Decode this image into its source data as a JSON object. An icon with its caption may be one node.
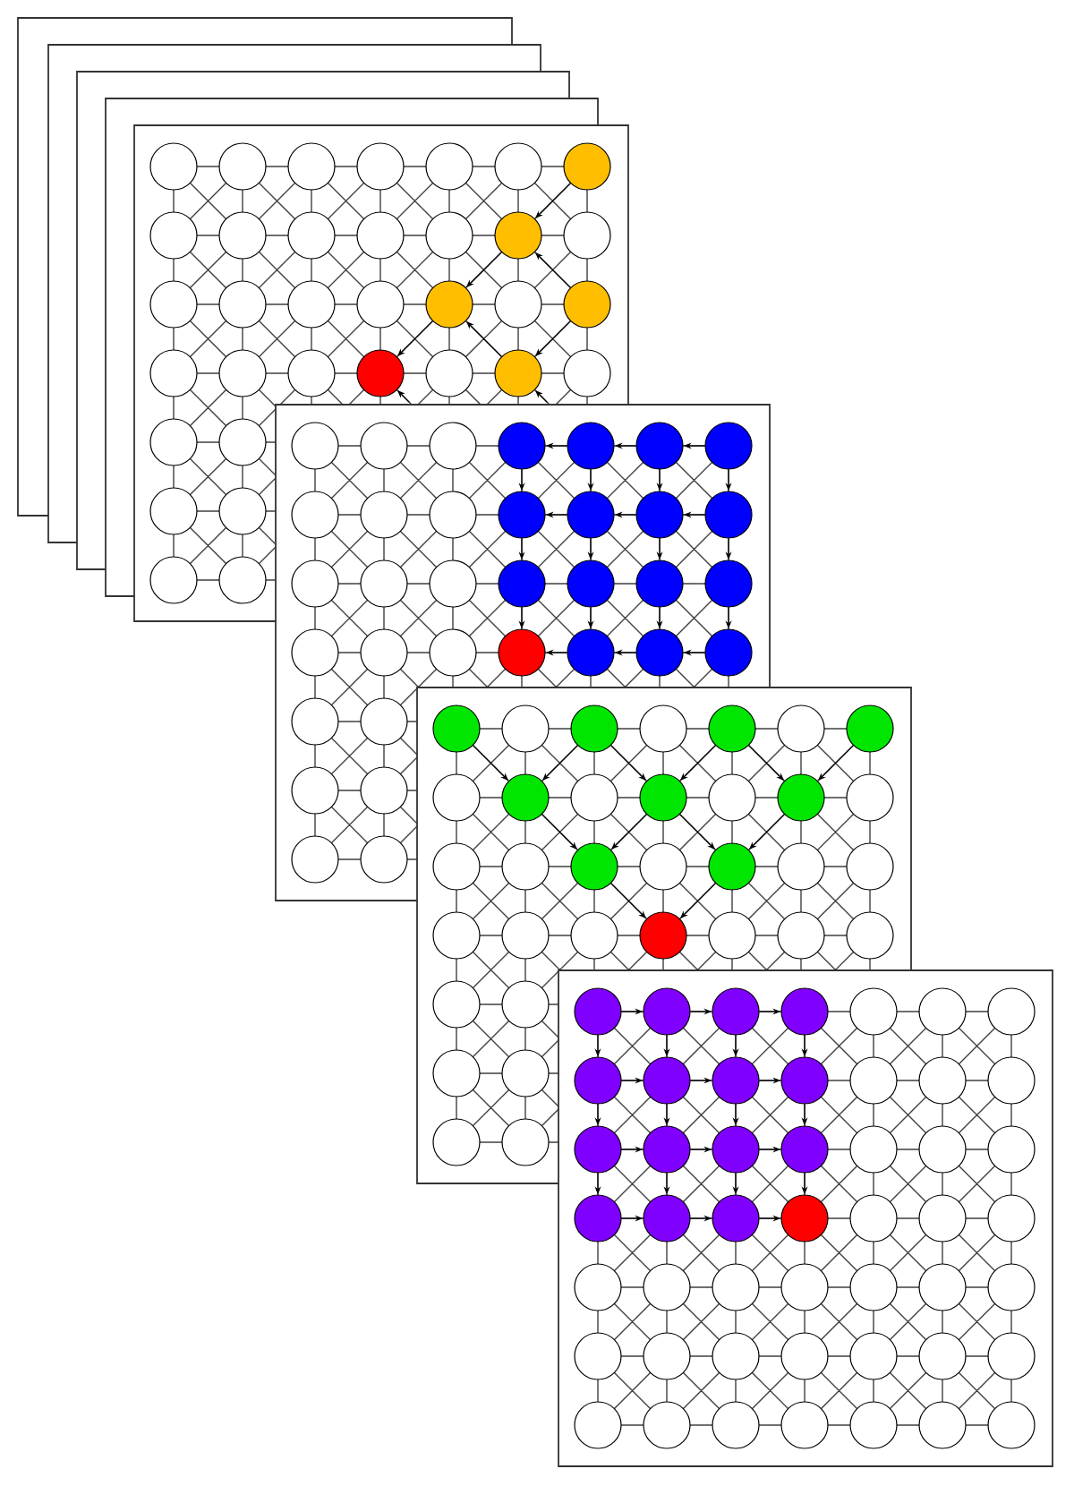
{
  "diagram": {
    "nodes": [
      {
        "text": [],
        "shape": "circle"
      },
      {
        "text": [],
        "shape": "circle"
      },
      {
        "text": [],
        "shape": "circle"
      },
      {
        "text": [],
        "shape": "circle"
      },
      {
        "text": [],
        "shape": "circle"
      },
      {
        "text": [],
        "shape": "circle"
      },
      {
        "text": [],
        "shape": "circle"
      },
      {
        "text": [],
        "shape": "circle"
      },
      {
        "text": [],
        "shape": "circle"
      },
      {
        "text": [],
        "shape": "circle"
      },
      {
        "text": [],
        "shape": "circle"
      },
      {
        "text": [],
        "shape": "circle"
      },
      {
        "text": [],
        "shape": "circle"
      },
      {
        "text": [],
        "shape": "circle"
      },
      {
        "text": [],
        "shape": "circle"
      },
      {
        "text": [],
        "shape": "circle"
      },
      {
        "text": [],
        "shape": "circle"
      },
      {
        "text": [],
        "shape": "circle"
      },
      {
        "text": [],
        "shape": "circle"
      },
      {
        "text": [],
        "shape": "circle"
      },
      {
        "text": [],
        "shape": "circle"
      },
      {
        "text": [],
        "shape": "circle"
      },
      {
        "text": [],
        "shape": "circle"
      },
      {
        "text": [],
        "shape": "circle"
      },
      {
        "text": [],
        "shape": "circle"
      },
      {
        "text": [],
        "shape": "circle"
      },
      {
        "text": [],
        "shape": "circle"
      },
      {
        "text": [],
        "shape": "circle"
      },
      {
        "text": [],
        "shape": "circle"
      },
      {
        "text": [],
        "shape": "circle"
      },
      {
        "text": [],
        "shape": "circle"
      },
      {
        "text": [],
        "shape": "circle"
      },
      {
        "text": [],
        "shape": "circle"
      },
      {
        "text": [],
        "shape": "circle"
      },
      {
        "text": [],
        "shape": "circle"
      },
      {
        "text": [],
        "shape": "circle"
      },
      {
        "text": [],
        "shape": "circle"
      },
      {
        "text": [],
        "shape": "circle"
      },
      {
        "text": [],
        "shape": "circle"
      },
      {
        "text": [],
        "shape": "circle"
      },
      {
        "text": [],
        "shape": "circle"
      },
      {
        "text": [],
        "shape": "circle"
      },
      {
        "text": [],
        "shape": "circle"
      },
      {
        "text": [],
        "shape": "circle"
      },
      {
        "text": [],
        "shape": "circle"
      },
      {
        "text": [],
        "shape": "circle"
      },
      {
        "text": [],
        "shape": "circle"
      },
      {
        "text": [],
        "shape": "circle"
      }
    ],
    "edges": [
      {
        "from": 0,
        "to": 1,
        "arrow": "to"
      },
      {
        "from": 3,
        "to": 1,
        "arrow": "to"
      },
      {
        "from": 1,
        "to": 2,
        "arrow": "to"
      },
      {
        "from": 5,
        "to": 2,
        "arrow": "to"
      },
      {
        "from": 2,
        "to": 4,
        "arrow": "to"
      },
      {
        "from": null,
        "to": 4,
        "arrow": "to"
      },
      {
        "from": 3,
        "to": 5,
        "arrow": "to"
      },
      {
        "from": null,
        "to": 5,
        "arrow": "to"
      },
      {
        "from": 7,
        "to": 6,
        "arrow": "to"
      },
      {
        "from": 8,
        "to": 7,
        "arrow": "to"
      },
      {
        "from": 9,
        "to": 8,
        "arrow": "to"
      },
      {
        "from": 11,
        "to": 10,
        "arrow": "to"
      },
      {
        "from": 12,
        "to": 11,
        "arrow": "to"
      },
      {
        "from": 13,
        "to": 12,
        "arrow": "to"
      },
      {
        "from": 19,
        "to": 18,
        "arrow": "to"
      },
      {
        "from": 20,
        "to": 19,
        "arrow": "to"
      },
      {
        "from": 21,
        "to": 20,
        "arrow": "to"
      },
      {
        "from": 6,
        "to": 10,
        "arrow": "to"
      },
      {
        "from": 7,
        "to": 11,
        "arrow": "to"
      },
      {
        "from": 8,
        "to": 12,
        "arrow": "to"
      },
      {
        "from": 9,
        "to": 13,
        "arrow": "to"
      },
      {
        "from": 10,
        "to": 14,
        "arrow": "to"
      },
      {
        "from": 11,
        "to": 15,
        "arrow": "to"
      },
      {
        "from": 12,
        "to": 16,
        "arrow": "to"
      },
      {
        "from": 13,
        "to": 17,
        "arrow": "to"
      },
      {
        "from": 14,
        "to": 18,
        "arrow": "to"
      },
      {
        "from": 15,
        "to": 19,
        "arrow": "to"
      },
      {
        "from": 16,
        "to": 20,
        "arrow": "to"
      },
      {
        "from": 17,
        "to": 21,
        "arrow": "to"
      },
      {
        "from": 22,
        "to": 26,
        "arrow": "to"
      },
      {
        "from": 23,
        "to": 26,
        "arrow": "to"
      },
      {
        "from": 23,
        "to": 27,
        "arrow": "to"
      },
      {
        "from": 24,
        "to": 27,
        "arrow": "to"
      },
      {
        "from": 24,
        "to": 28,
        "arrow": "to"
      },
      {
        "from": 25,
        "to": 28,
        "arrow": "to"
      },
      {
        "from": 26,
        "to": 29,
        "arrow": "to"
      },
      {
        "from": 27,
        "to": 29,
        "arrow": "to"
      },
      {
        "from": 27,
        "to": 30,
        "arrow": "to"
      },
      {
        "from": 28,
        "to": 30,
        "arrow": "to"
      },
      {
        "from": 29,
        "to": 31,
        "arrow": "to"
      },
      {
        "from": 30,
        "to": 31,
        "arrow": "to"
      },
      {
        "from": 32,
        "to": 33,
        "arrow": "to"
      },
      {
        "from": 33,
        "to": 34,
        "arrow": "to"
      },
      {
        "from": 34,
        "to": 35,
        "arrow": "to"
      },
      {
        "from": 36,
        "to": 37,
        "arrow": "to"
      },
      {
        "from": 37,
        "to": 38,
        "arrow": "to"
      },
      {
        "from": 38,
        "to": 39,
        "arrow": "to"
      },
      {
        "from": 40,
        "to": 41,
        "arrow": "to"
      },
      {
        "from": 41,
        "to": 42,
        "arrow": "to"
      },
      {
        "from": 42,
        "to": 43,
        "arrow": "to"
      },
      {
        "from": 44,
        "to": 45,
        "arrow": "to"
      },
      {
        "from": 45,
        "to": 46,
        "arrow": "to"
      },
      {
        "from": 46,
        "to": 47,
        "arrow": "to"
      },
      {
        "from": 32,
        "to": 36,
        "arrow": "to"
      },
      {
        "from": 33,
        "to": 37,
        "arrow": "to"
      },
      {
        "from": 34,
        "to": 38,
        "arrow": "to"
      },
      {
        "from": 35,
        "to": 39,
        "arrow": "to"
      },
      {
        "from": 36,
        "to": 40,
        "arrow": "to"
      },
      {
        "from": 37,
        "to": 41,
        "arrow": "to"
      },
      {
        "from": 38,
        "to": 42,
        "arrow": "to"
      },
      {
        "from": 39,
        "to": 43,
        "arrow": "to"
      },
      {
        "from": 40,
        "to": 44,
        "arrow": "to"
      },
      {
        "from": 41,
        "to": 45,
        "arrow": "to"
      },
      {
        "from": 42,
        "to": 46,
        "arrow": "to"
      },
      {
        "from": 43,
        "to": 47,
        "arrow": "to"
      }
    ]
  }
}
